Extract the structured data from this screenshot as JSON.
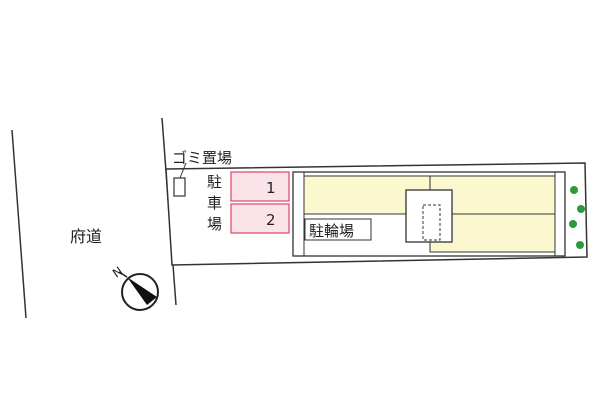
{
  "labels": {
    "road": "府道",
    "garbage": "ゴミ置場",
    "parking_chars": [
      "駐",
      "車",
      "場"
    ],
    "bicycle": "駐輪場",
    "north": "N"
  },
  "parking_spaces": [
    "1",
    "2"
  ],
  "colors": {
    "parking_fill": "#fbe3ea",
    "parking_stroke": "#e0506e",
    "building_fill": "#fbf8cf",
    "tree": "#2a9a3a",
    "line": "#333333"
  }
}
